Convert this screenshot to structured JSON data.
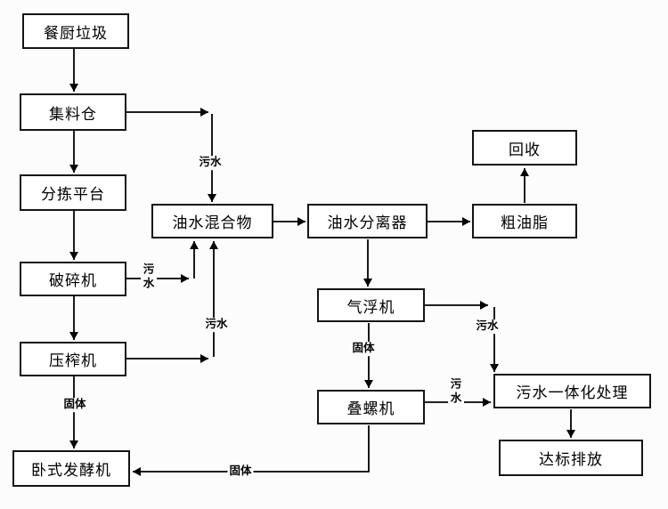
{
  "diagram": {
    "nodes": {
      "kitchen_waste": "餐厨垃圾",
      "collection_bin": "集料仓",
      "sorting_platform": "分拣平台",
      "crusher": "破碎机",
      "press": "压榨机",
      "horizontal_fermenter": "卧式发酵机",
      "oil_water_mixture": "油水混合物",
      "oil_water_separator": "油水分离器",
      "recycle": "回收",
      "crude_grease": "粗油脂",
      "air_flotation": "气浮机",
      "screw_press": "叠螺机",
      "sewage_treatment": "污水一体化处理",
      "discharge": "达标排放"
    },
    "edge_labels": {
      "sewage_collection": "污水",
      "sewage_crusher": "污水",
      "sewage_press": "污水",
      "sewage_flotation": "污水",
      "sewage_screw": "污水",
      "solid_press": "固体",
      "solid_flotation": "固体",
      "solid_screw": "固体"
    },
    "colors": {
      "line": "#000000",
      "box_border": "#141414",
      "background": "#fcfcfc"
    }
  }
}
